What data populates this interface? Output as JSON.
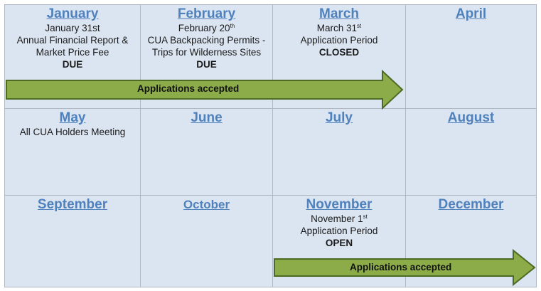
{
  "colors": {
    "background": "#dbe5f1",
    "grid_line": "#b0b8c2",
    "month_link": "#4f81bd",
    "arrow_fill": "#8cac4a",
    "arrow_stroke": "#4d6b22"
  },
  "months": {
    "january": {
      "name": "January",
      "lines": [
        "January 31st",
        "Annual Financial Report &",
        "Market Price Fee"
      ],
      "status": "DUE"
    },
    "february": {
      "name": "February",
      "date_prefix": "February 20",
      "date_suffix": "th",
      "lines": [
        "CUA Backpacking Permits -",
        "Trips for Wilderness Sites"
      ],
      "status": "DUE"
    },
    "march": {
      "name": "March",
      "date_prefix": "March 31",
      "date_suffix": "st",
      "lines": [
        "Application Period"
      ],
      "status": "CLOSED"
    },
    "april": {
      "name": "April"
    },
    "may": {
      "name": "May",
      "lines": [
        "All CUA Holders Meeting"
      ]
    },
    "june": {
      "name": "June"
    },
    "july": {
      "name": "July"
    },
    "august": {
      "name": "August"
    },
    "september": {
      "name": "September"
    },
    "october": {
      "name": "October"
    },
    "november": {
      "name": "November",
      "date_prefix": "November 1",
      "date_suffix": "st",
      "lines": [
        "Application Period"
      ],
      "status": "OPEN"
    },
    "december": {
      "name": "December"
    }
  },
  "arrows": {
    "top": {
      "label": "Applications accepted"
    },
    "bottom": {
      "label": "Applications accepted"
    }
  }
}
